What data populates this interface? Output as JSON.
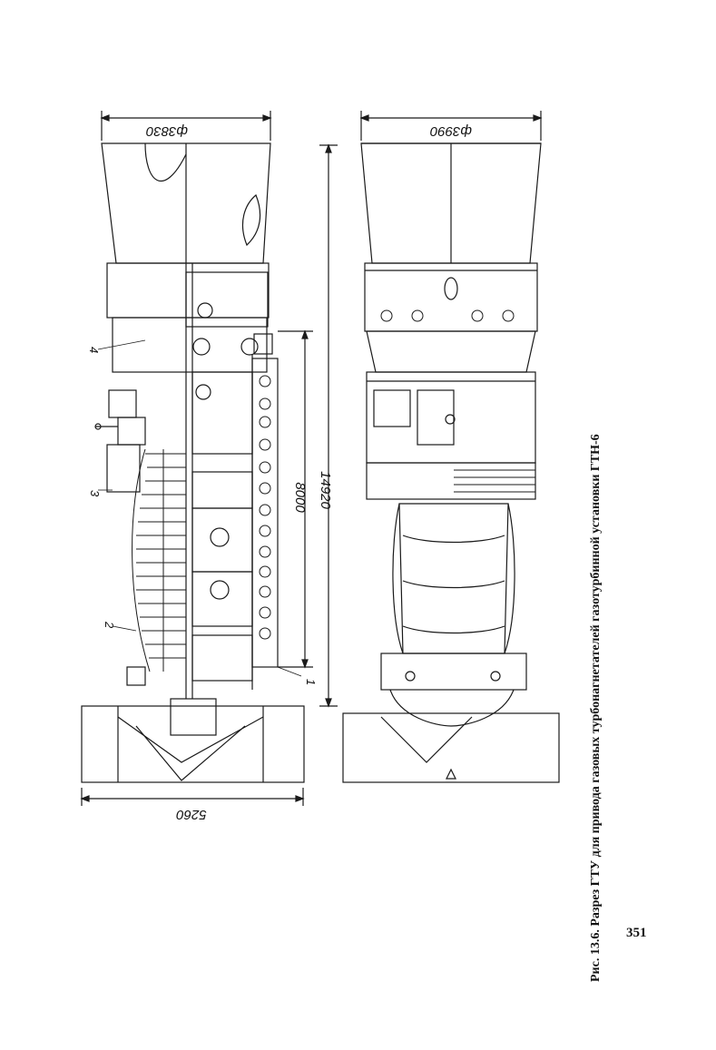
{
  "figure": {
    "caption": "Рис. 13.6. Разрез ГТУ для привода газовых турбонагнетателей газотурбинной установки ГТН-6",
    "dimensions": {
      "inlet_diameter_left": "ф3830",
      "inlet_diameter_right": "ф3990",
      "total_height": "14920",
      "lower_height": "8000",
      "base_width": "5260"
    },
    "callouts": [
      "1",
      "2",
      "3",
      "4"
    ]
  },
  "page": {
    "number": "351"
  }
}
